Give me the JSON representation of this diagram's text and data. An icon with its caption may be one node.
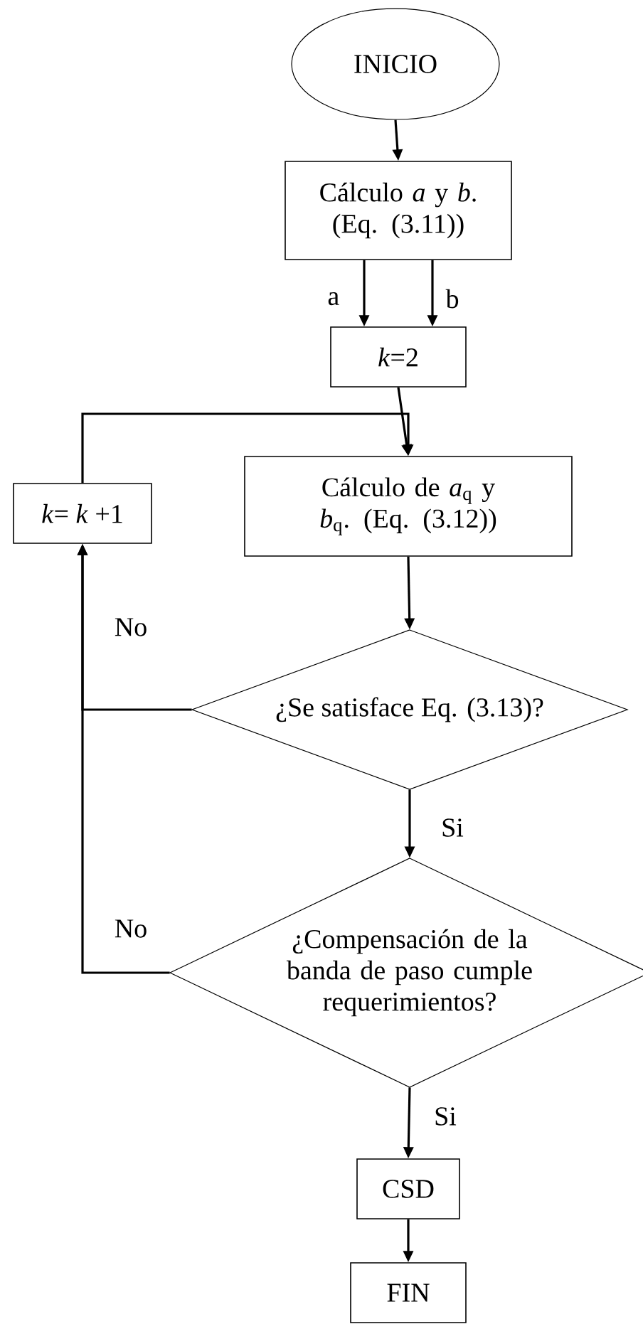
{
  "diagram": {
    "nodes": [
      {
        "text": [
          "INICIO"
        ]
      },
      {
        "text": [
          "Cálculo *a* y *b*. (Eq. (3.11))"
        ]
      },
      {
        "text": [
          "*k*=2"
        ]
      },
      {
        "text": [
          "Cálculo de *a*$_{q}$ y *b*$_{q}$. (Eq. (3.12))"
        ]
      },
      {
        "text": [
          "*k*= *k* +1"
        ]
      },
      {
        "text": [
          "¿Se satisface Eq. (3.13)?"
        ]
      },
      {
        "text": [
          "¿Compensación de la banda de paso cumple requerimientos?"
        ]
      },
      {
        "text": [
          "CSD"
        ]
      },
      {
        "text": [
          "FIN"
        ]
      }
    ],
    "edges": [
      {
        "from": 0,
        "to": 1,
        "arrow": "to"
      },
      {
        "from": 1,
        "to": 2,
        "arrow": "to",
        "label": "a"
      },
      {
        "from": 1,
        "to": 2,
        "arrow": "to",
        "label": "b"
      },
      {
        "from": 2,
        "to": 3,
        "arrow": "to"
      },
      {
        "from": 3,
        "to": 5,
        "arrow": "to"
      },
      {
        "from": 5,
        "to": 4,
        "arrow": "to",
        "label": "No"
      },
      {
        "from": 4,
        "to": 3,
        "arrow": "to"
      },
      {
        "from": 5,
        "to": 6,
        "arrow": "to",
        "label": "Si"
      },
      {
        "from": 6,
        "to": 4,
        "arrow": "to",
        "label": "No"
      },
      {
        "from": 6,
        "to": 7,
        "arrow": "to",
        "label": "Si"
      },
      {
        "from": 7,
        "to": 8,
        "arrow": "to"
      }
    ]
  }
}
